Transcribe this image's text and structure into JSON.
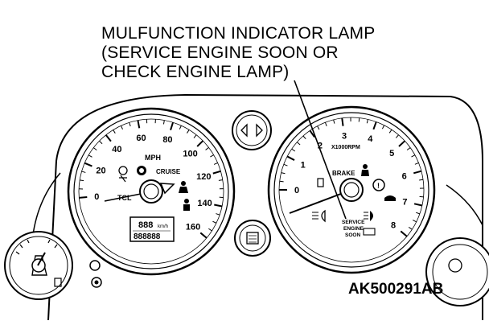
{
  "callout": {
    "line1": "MULFUNCTION INDICATOR LAMP",
    "line2": "(SERVICE ENGINE SOON OR",
    "line3": "CHECK ENGINE LAMP)"
  },
  "figure_id": "AK500291AB",
  "speedometer": {
    "unit": "MPH",
    "ticks": [
      "0",
      "20",
      "40",
      "60",
      "80",
      "100",
      "120",
      "140",
      "160"
    ],
    "cruise_label": "CRUISE",
    "tcl_label": "TCL",
    "odometer_digits": "888",
    "odometer_unit": "km/h",
    "trip_digits": "888888"
  },
  "tachometer": {
    "unit": "X1000RPM",
    "ticks": [
      "0",
      "1",
      "2",
      "3",
      "4",
      "5",
      "6",
      "7",
      "8"
    ],
    "brake_label": "BRAKE",
    "lamp_label_1": "SERVICE",
    "lamp_label_2": "ENGINE",
    "lamp_label_3": "SOON"
  },
  "icons": [
    "turn-signal-icon",
    "hazard-icon",
    "headlamp-icon",
    "fog-lamp-icon",
    "oil-pressure-icon",
    "seatbelt-icon",
    "airbag-icon",
    "battery-icon"
  ]
}
